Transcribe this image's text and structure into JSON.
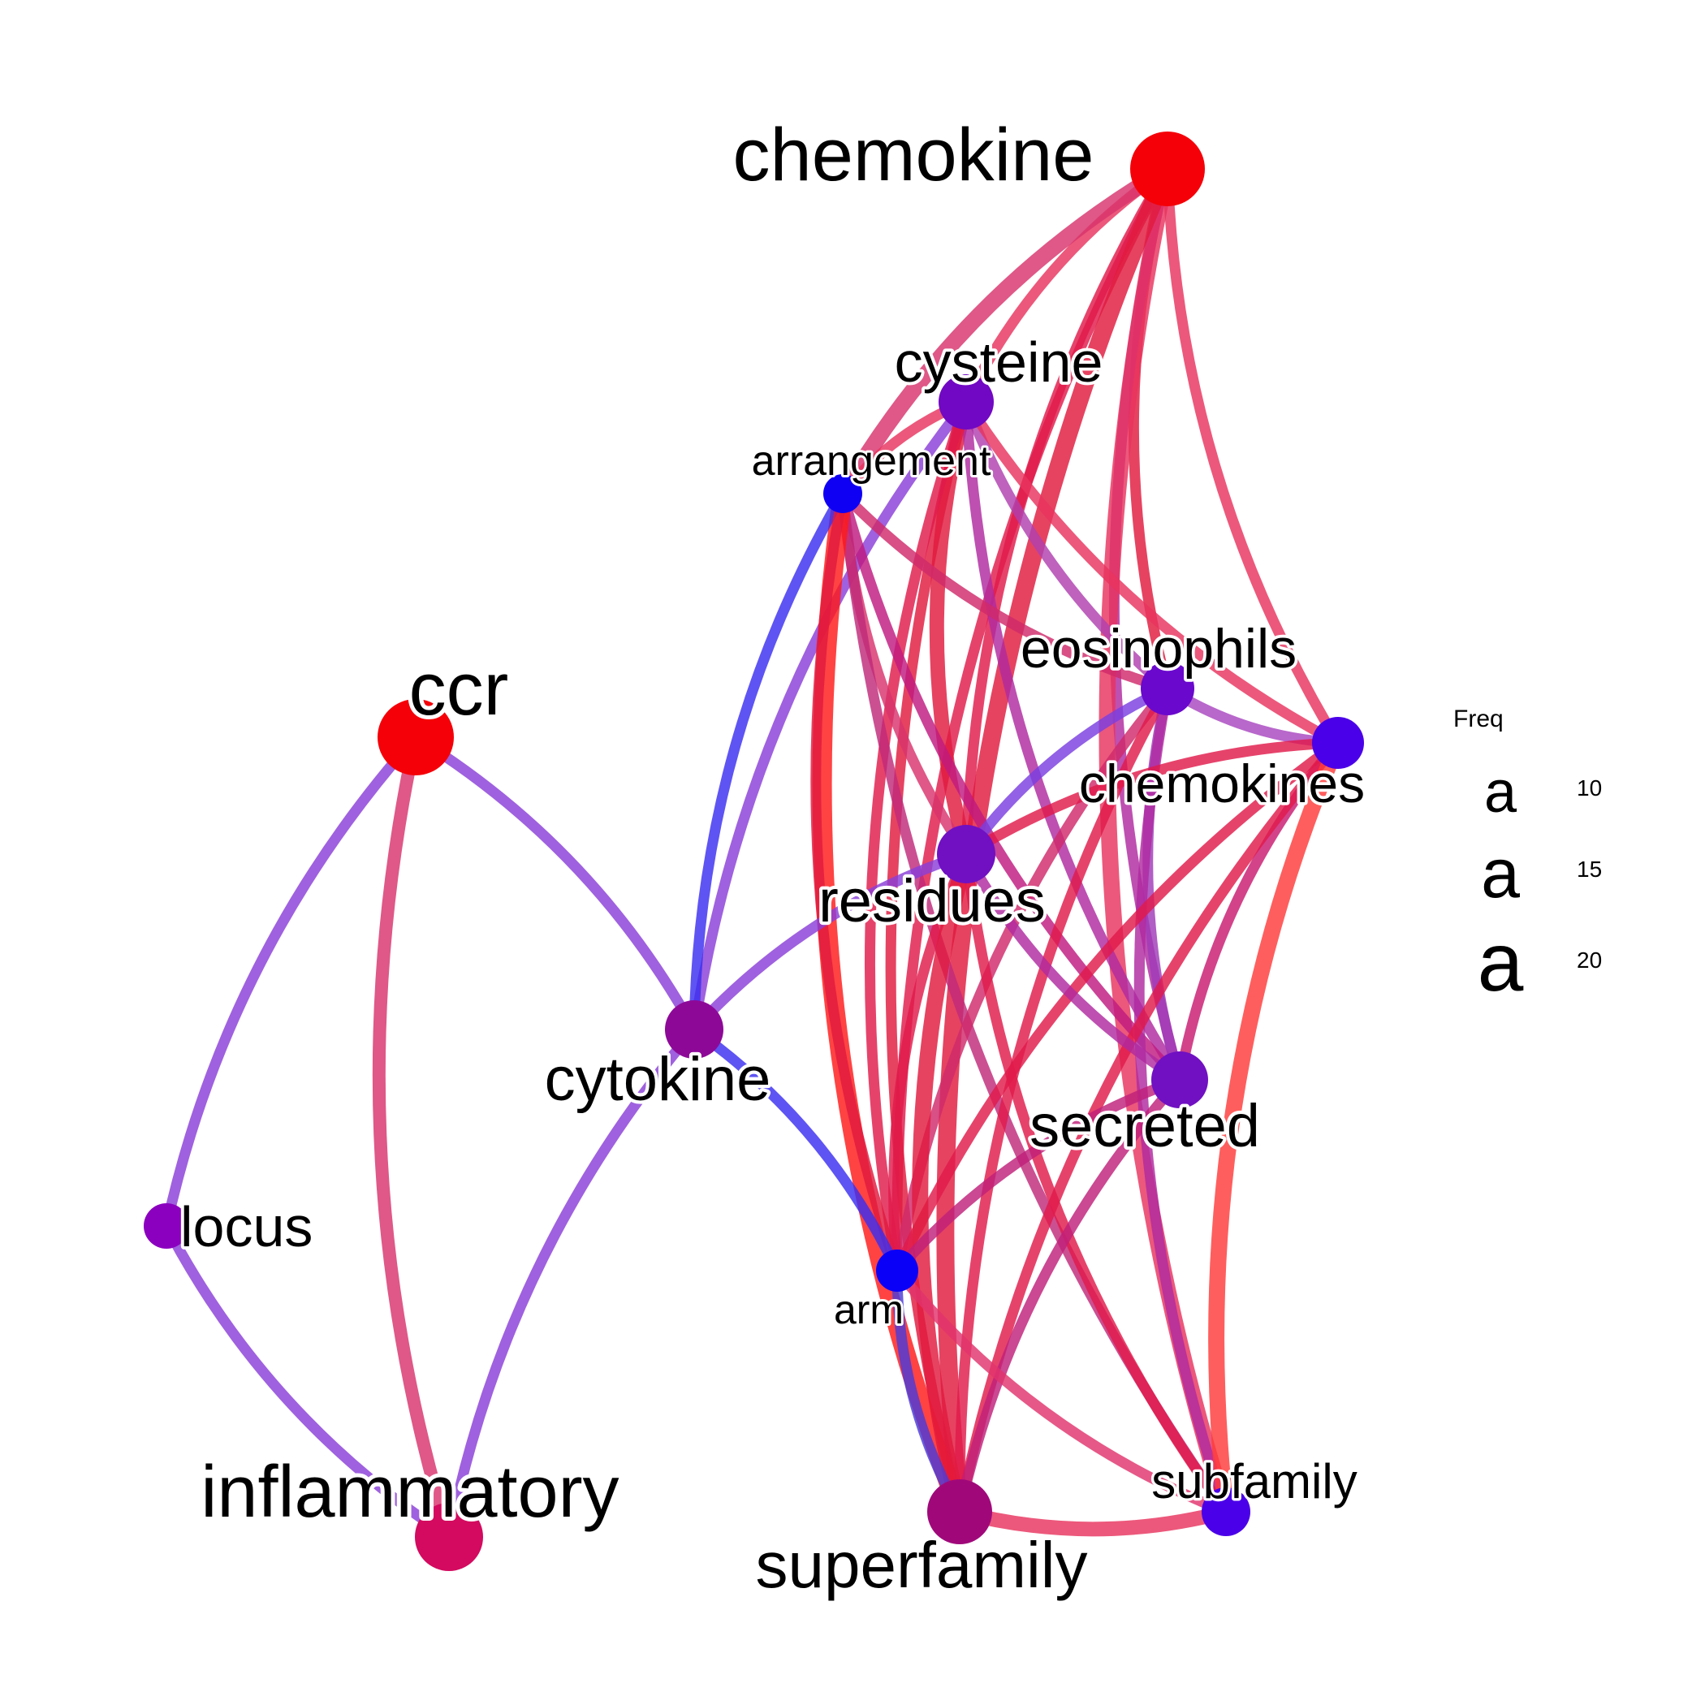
{
  "nodes": [
    {
      "id": "chemokine",
      "label": "chemokine",
      "color": "#f50008"
    },
    {
      "id": "cysteine",
      "label": "cysteine",
      "color": "#7108c3"
    },
    {
      "id": "arrangement",
      "label": "arrangement",
      "color": "#0f00f4"
    },
    {
      "id": "eosinophils",
      "label": "eosinophils",
      "color": "#6a08cd"
    },
    {
      "id": "chemokines",
      "label": "chemokines",
      "color": "#4a00e8"
    },
    {
      "id": "residues",
      "label": "residues",
      "color": "#7010c2"
    },
    {
      "id": "ccr",
      "label": "ccr",
      "color": "#f50008"
    },
    {
      "id": "cytokine",
      "label": "cytokine",
      "color": "#8e0898"
    },
    {
      "id": "secreted",
      "label": "secreted",
      "color": "#7010c2"
    },
    {
      "id": "locus",
      "label": "locus",
      "color": "#8b00bf"
    },
    {
      "id": "arm",
      "label": "arm",
      "color": "#0a00f8"
    },
    {
      "id": "subfamily",
      "label": "subfamily",
      "color": "#4a00e8"
    },
    {
      "id": "inflammatory",
      "label": "inflammatory",
      "color": "#d30a5f"
    },
    {
      "id": "superfamily",
      "label": "superfamily",
      "color": "#a0087a"
    }
  ],
  "edges": [
    {
      "source": "chemokine",
      "target": "cysteine",
      "color": "#e8335e"
    },
    {
      "source": "chemokine",
      "target": "arrangement",
      "color": "#d8336c"
    },
    {
      "source": "chemokine",
      "target": "eosinophils",
      "color": "#e01a3e"
    },
    {
      "source": "chemokine",
      "target": "chemokines",
      "color": "#e8335e"
    },
    {
      "source": "chemokine",
      "target": "residues",
      "color": "#e01a4a"
    },
    {
      "source": "chemokine",
      "target": "secreted",
      "color": "#b02aa0"
    },
    {
      "source": "chemokine",
      "target": "arm",
      "color": "#e01a4a"
    },
    {
      "source": "chemokine",
      "target": "subfamily",
      "color": "#e8335e"
    },
    {
      "source": "chemokine",
      "target": "superfamily",
      "color": "#e01a3e"
    },
    {
      "source": "cysteine",
      "target": "arrangement",
      "color": "#e8335e"
    },
    {
      "source": "cysteine",
      "target": "eosinophils",
      "color": "#b040b0"
    },
    {
      "source": "cysteine",
      "target": "chemokines",
      "color": "#e8335e"
    },
    {
      "source": "cysteine",
      "target": "residues",
      "color": "#e01a3e"
    },
    {
      "source": "cysteine",
      "target": "secreted",
      "color": "#b02aa0"
    },
    {
      "source": "cysteine",
      "target": "cytokine",
      "color": "#8a3ed8"
    },
    {
      "source": "cysteine",
      "target": "superfamily",
      "color": "#e01a3e"
    },
    {
      "source": "cysteine",
      "target": "arm",
      "color": "#e01a4a"
    },
    {
      "source": "arrangement",
      "target": "eosinophils",
      "color": "#d02a6a"
    },
    {
      "source": "arrangement",
      "target": "residues",
      "color": "#d8336c"
    },
    {
      "source": "arrangement",
      "target": "secreted",
      "color": "#c01a80"
    },
    {
      "source": "arrangement",
      "target": "subfamily",
      "color": "#c02a7a"
    },
    {
      "source": "arrangement",
      "target": "superfamily",
      "color": "#ff1a1a"
    },
    {
      "source": "arrangement",
      "target": "cytokine",
      "color": "#3a2ef0"
    },
    {
      "source": "arrangement",
      "target": "arm",
      "color": "#e01a3e"
    },
    {
      "source": "eosinophils",
      "target": "chemokines",
      "color": "#a845c0"
    },
    {
      "source": "eosinophils",
      "target": "residues",
      "color": "#7a3ee0"
    },
    {
      "source": "eosinophils",
      "target": "secreted",
      "color": "#a03ab8"
    },
    {
      "source": "eosinophils",
      "target": "arm",
      "color": "#d02a6a"
    },
    {
      "source": "eosinophils",
      "target": "superfamily",
      "color": "#e01a4a"
    },
    {
      "source": "eosinophils",
      "target": "subfamily",
      "color": "#b02aa0"
    },
    {
      "source": "chemokines",
      "target": "residues",
      "color": "#e01a4a"
    },
    {
      "source": "chemokines",
      "target": "secreted",
      "color": "#c81a70"
    },
    {
      "source": "chemokines",
      "target": "arm",
      "color": "#e01a4a"
    },
    {
      "source": "chemokines",
      "target": "superfamily",
      "color": "#e01a4a"
    },
    {
      "source": "chemokines",
      "target": "subfamily",
      "color": "#ff3a3a"
    },
    {
      "source": "residues",
      "target": "secreted",
      "color": "#b02aa0"
    },
    {
      "source": "residues",
      "target": "arm",
      "color": "#e01a4a"
    },
    {
      "source": "residues",
      "target": "superfamily",
      "color": "#e01a3e"
    },
    {
      "source": "residues",
      "target": "subfamily",
      "color": "#e01a4a"
    },
    {
      "source": "residues",
      "target": "cytokine",
      "color": "#8a3ed8"
    },
    {
      "source": "secreted",
      "target": "arm",
      "color": "#c0207a"
    },
    {
      "source": "secreted",
      "target": "superfamily",
      "color": "#c0207a"
    },
    {
      "source": "arm",
      "target": "superfamily",
      "color": "#4a3ad8"
    },
    {
      "source": "arm",
      "target": "subfamily",
      "color": "#e0336c"
    },
    {
      "source": "arm",
      "target": "cytokine",
      "color": "#3a2ef0"
    },
    {
      "source": "superfamily",
      "target": "subfamily",
      "color": "#e8335e"
    },
    {
      "source": "cytokine",
      "target": "ccr",
      "color": "#8a3ed8"
    },
    {
      "source": "cytokine",
      "target": "inflammatory",
      "color": "#8a3ed8"
    },
    {
      "source": "ccr",
      "target": "locus",
      "color": "#8a3ed8"
    },
    {
      "source": "ccr",
      "target": "inflammatory",
      "color": "#d8336c"
    },
    {
      "source": "locus",
      "target": "inflammatory",
      "color": "#8a3ed8"
    }
  ],
  "legend": {
    "title": "Freq",
    "glyph": "a",
    "items": [
      {
        "label": "10",
        "freq": 10
      },
      {
        "label": "15",
        "freq": 15
      },
      {
        "label": "20",
        "freq": 20
      }
    ]
  }
}
